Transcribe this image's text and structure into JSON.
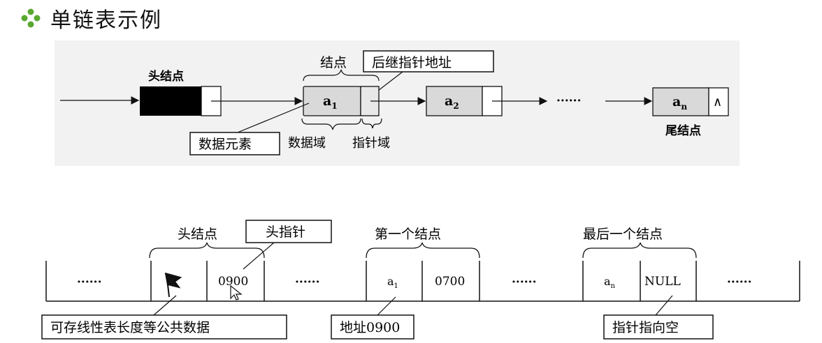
{
  "title": "单链表示例",
  "diagram1": {
    "head_node_label": "头结点",
    "node_label": "结点",
    "successor_pointer_label": "后继指针地址",
    "nodes": [
      "a",
      "a",
      "a"
    ],
    "node_subscripts": [
      "1",
      "2",
      "n"
    ],
    "ellipsis": "······",
    "tail_null_symbol": "∧",
    "data_element_label": "数据元素",
    "data_field_label": "数据域",
    "pointer_field_label": "指针域",
    "tail_node_label": "尾结点"
  },
  "diagram2": {
    "head_node_label": "头结点",
    "head_pointer_label": "头指针",
    "first_node_label": "第一个结点",
    "last_node_label": "最后一个结点",
    "ellipsis": "······",
    "head_next_value": "0900",
    "first_data": "a",
    "first_data_sub": "1",
    "first_next_value": "0700",
    "last_data": "a",
    "last_data_sub": "n",
    "last_next_value": "NULL",
    "public_data_label": "可存线性表长度等公共数据",
    "address_label": "地址0900",
    "pointer_null_label": "指针指向空"
  }
}
